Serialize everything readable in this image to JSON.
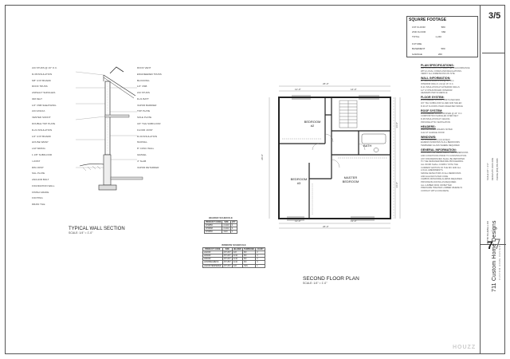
{
  "sheet_number": "3/5",
  "square_footage": {
    "title": "SQUARE FOOTAGE",
    "rows": [
      {
        "label": "1ST FLOOR",
        "value": "580"
      },
      {
        "label": "2ND FLOOR",
        "value": "660"
      },
      {
        "label": "TOTAL",
        "value": "1,240"
      },
      {
        "label": "FUTURE",
        "value": ""
      },
      {
        "label": "BASEMENT",
        "value": "580"
      },
      {
        "label": "GARAGE",
        "value": "260"
      }
    ]
  },
  "notes": {
    "sections": [
      {
        "heading": "PLAN SPECIFICATIONS:",
        "lines": [
          "ALL CONSTRUCTION SHALL BE IN ACCORDANCE",
          "WITH LOCAL CODES AND REGULATIONS.",
          "VERIFY ALL DIMENSIONS ON SITE."
        ]
      },
      {
        "heading": "WALL INFORMATION:",
        "lines": [
          "EXTERIOR WALLS: 2x6 @ 16\" O.C.",
          "INTERIOR WALLS: 2x4 @ 16\" O.C.",
          "R-21 INSULATION AT EXTERIOR WALLS",
          "1/2\" GYPSUM BOARD INTERIOR",
          "HEADERS PER SCHEDULE"
        ]
      },
      {
        "heading": "FLOOR SYSTEM:",
        "lines": [
          "ENGINEERED FLOOR JOISTS PER MFR.",
          "3/4\" T&G SUBFLOOR GLUED AND NAILED",
          "R-30 AT FLOORS OVER UNHEATED SPACE"
        ]
      },
      {
        "heading": "ROOF SYSTEM:",
        "lines": [
          "ENGINEERED ROOF TRUSSES @ 24\" O.C.",
          "COMPOSITION SHINGLES OVER FELT",
          "R-38 INSULATION AT CEILING",
          "PROVIDE ATTIC VENTILATION"
        ]
      },
      {
        "heading": "HEADERS:",
        "lines": [
          "4x10 OR 2-2x10 UNLESS NOTED",
          "4x12 AT GARAGE DOOR"
        ]
      },
      {
        "heading": "WINDOWS:",
        "lines": [
          "VINYL WINDOWS U=0.30 MAX",
          "EGRESS WINDOWS IN ALL BEDROOMS",
          "TEMPERED GLASS WHERE REQUIRED"
        ]
      },
      {
        "heading": "GENERAL INFORMATION:",
        "lines": [
          "CONTRACTOR SHALL VERIFY ALL DIMENSIONS",
          "AND CONDITIONS PRIOR TO CONSTRUCTION.",
          "ANY DISCREPANCIES SHALL BE REPORTED",
          "TO THE DESIGNER BEFORE PROCEEDING.",
          "ALL WORK SHALL COMPLY WITH THE",
          "CURRENT EDITION OF THE IRC AND ALL",
          "LOCAL AMENDMENTS.",
          "SMOKE DETECTORS IN ALL BEDROOMS",
          "AND HALLWAYS PER CODE.",
          "CARBON MONOXIDE ALARMS REQUIRED.",
          "PROVIDE BLOCKING AS REQUIRED.",
          "ALL LUMBER DF#2 OR BETTER.",
          "PRESSURE TREATED LUMBER WHERE IN",
          "CONTACT WITH CONCRETE."
        ]
      }
    ]
  },
  "title_block": {
    "company": "711 Custom Home Designs",
    "tagline": "CUSTOM HOME DESIGNS",
    "address": "26-TBF BLUEBELL OR",
    "scale": "SCALE 1/4\" = 1'-0\"",
    "drawn": "DESIGN BY JOHN DOE",
    "phone": "PHONE (555) 555-5555"
  },
  "wall_section": {
    "title": "TYPICAL WALL SECTION",
    "scale": "SCALE: 1/4\" = 1'-0\"",
    "callouts_left": [
      "2x6 STUDS @ 16\" O.C.",
      "R-38 INSULATION",
      "5/8\" GYP BOARD",
      "ROOF TRUSS",
      "ASPHALT SHINGLES",
      "30# FELT",
      "1/2\" OSB SHEATHING",
      "2x6 FASCIA",
      "VENTED SOFFIT",
      "DOUBLE TOP PLATE",
      "R-21 INSULATION",
      "1/2\" GYP BOARD",
      "HOUSE WRAP",
      "LAP SIDING",
      "1 1/8\" SUBFLOOR",
      "I-JOIST",
      "RIM JOIST",
      "SILL PLATE",
      "ANCHOR BOLT",
      "FOUNDATION WALL",
      "FINISH GRADE",
      "FOOTING",
      "DRAIN TILE"
    ],
    "callouts_right": [
      "ROOF VENT",
      "ENGINEERED TRUSS",
      "BLOCKING",
      "1/2\" OSB",
      "2x6 STUDS",
      "R-21 BATT",
      "VAPOR BARRIER",
      "TOP PLATE",
      "SOLE PLATE",
      "3/4\" T&G SUBFLOOR",
      "FLOOR JOIST",
      "R-30 INSULATION",
      "MUDSILL",
      "8\" CONC WALL",
      "GRAVEL",
      "4\" SLAB",
      "VAPOR RETARDER"
    ]
  },
  "floor_plan": {
    "title": "SECOND FLOOR PLAN",
    "scale": "SCALE: 1/4\" = 1'-0\"",
    "rooms": [
      {
        "name": "BEDROOM",
        "num": "#2"
      },
      {
        "name": "BEDROOM",
        "num": "#3"
      },
      {
        "name": "BATH",
        "num": ""
      },
      {
        "name": "MASTER",
        "num": "BEDROOM"
      }
    ],
    "dims_top": [
      "26'-0\"",
      "12'-0\"",
      "14'-0\""
    ],
    "dims_bottom": [
      "26'-0\"",
      "13'-0\"",
      "13'-0\""
    ],
    "dims_side": [
      "28'-0\"",
      "14'-0\"",
      "14'-0\""
    ]
  },
  "schedules": {
    "header_schedule": {
      "title": "HEADER SCHEDULE",
      "columns": [
        "PRODUCT CODE",
        "SIZE",
        "QTY"
      ],
      "rows": [
        [
          "DH2856",
          "2-2x10",
          "2"
        ],
        [
          "DH3068",
          "2-2x12",
          "2"
        ],
        [
          "DH3650",
          "4x10",
          "1"
        ]
      ]
    },
    "window_schedule": {
      "title": "WINDOW SCHEDULE",
      "columns": [
        "PRODUCT CODE",
        "SIZE",
        "HEADER",
        "TEMPERED",
        "COUNT"
      ],
      "rows": [
        [
          "LD2030",
          "2'0\"x3'0\"",
          "4x8",
          "NO",
          "2"
        ],
        [
          "LD3040",
          "3'0\"x4'0\"",
          "4x10",
          "NO",
          "3"
        ],
        [
          "LD4040",
          "4'0\"x4'0\"",
          "4x10",
          "NO",
          "2"
        ],
        [
          "LD3050EGRESS",
          "3'0\"x5'0\"",
          "4x10",
          "NO",
          "3"
        ],
        [
          "LD2030TEMPERED",
          "2'0\"x3'0\"",
          "4x8",
          "YES",
          "1"
        ]
      ]
    }
  },
  "watermark": "HOUZZ"
}
